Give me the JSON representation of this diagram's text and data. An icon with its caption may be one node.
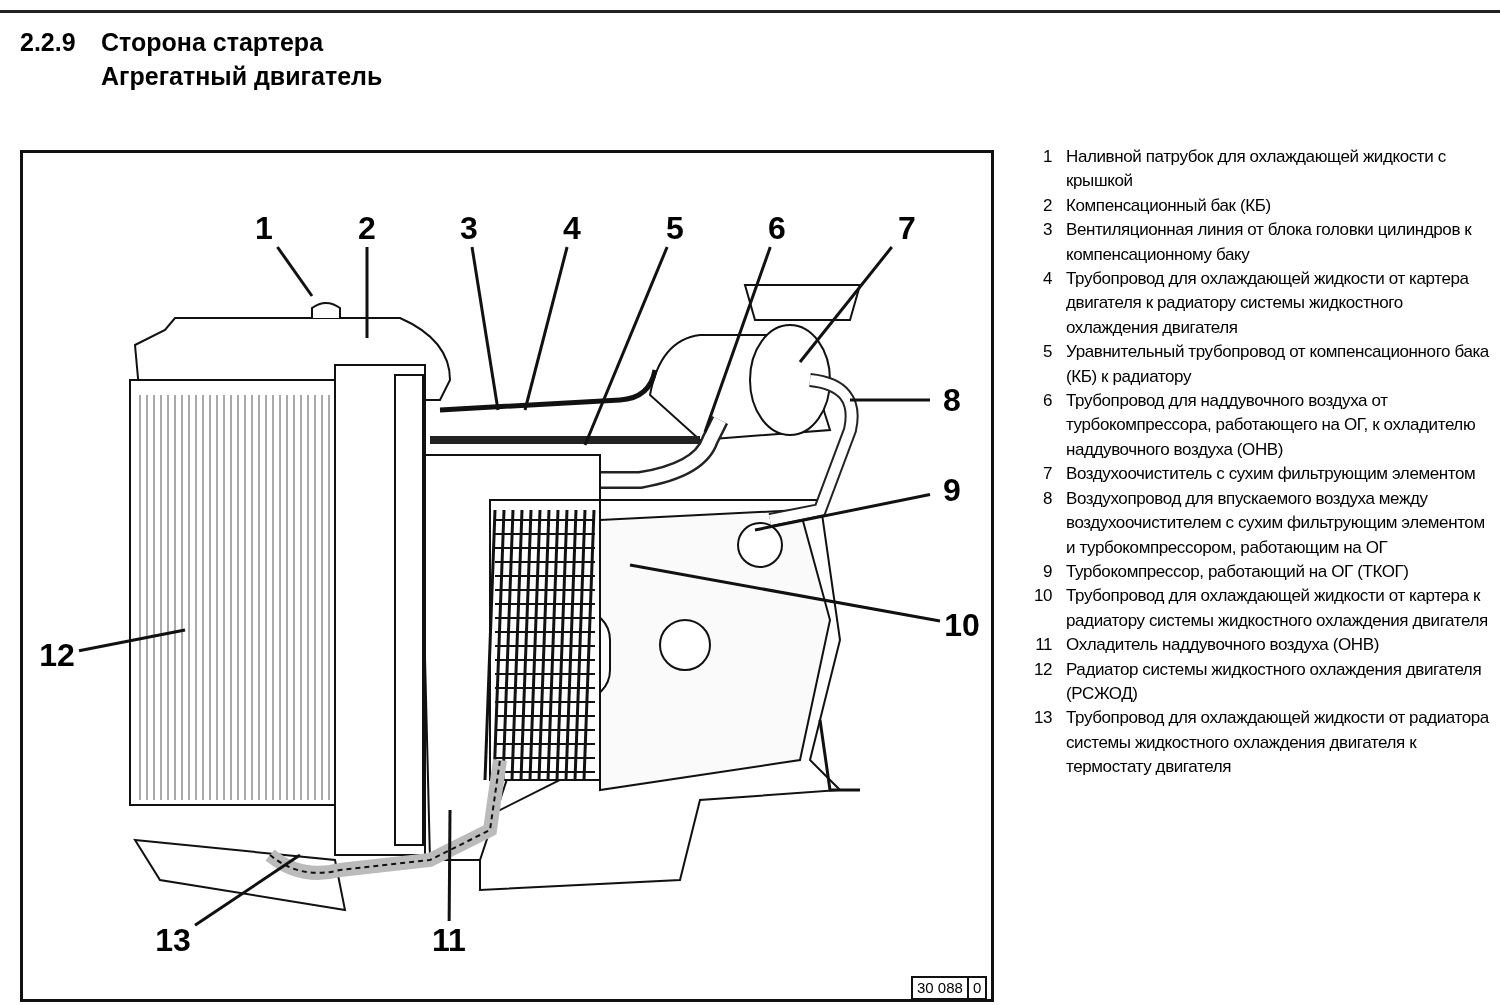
{
  "diagram": {
    "title": "Сторона стартера",
    "nodes": [
      {
        "text": [
          "1"
        ]
      },
      {
        "text": [
          "2"
        ]
      },
      {
        "text": [
          "3"
        ]
      },
      {
        "text": [
          "4"
        ]
      },
      {
        "text": [
          "5"
        ]
      },
      {
        "text": [
          "6"
        ]
      },
      {
        "text": [
          "7"
        ]
      },
      {
        "text": [
          "8"
        ]
      },
      {
        "text": [
          "9"
        ]
      },
      {
        "text": [
          "10"
        ]
      },
      {
        "text": [
          "11"
        ]
      },
      {
        "text": [
          "12"
        ]
      },
      {
        "text": [
          "13"
        ]
      }
    ],
    "edges": [
      {
        "from": 0,
        "to": null,
        "arrow": "none"
      },
      {
        "from": 1,
        "to": null,
        "arrow": "none"
      },
      {
        "from": 2,
        "to": null,
        "arrow": "none"
      },
      {
        "from": 3,
        "to": null,
        "arrow": "none"
      },
      {
        "from": 4,
        "to": null,
        "arrow": "none"
      },
      {
        "from": 5,
        "to": null,
        "arrow": "none"
      },
      {
        "from": 6,
        "to": null,
        "arrow": "none"
      },
      {
        "from": 7,
        "to": null,
        "arrow": "none"
      },
      {
        "from": 8,
        "to": null,
        "arrow": "none"
      },
      {
        "from": 9,
        "to": null,
        "arrow": "none"
      },
      {
        "from": 10,
        "to": null,
        "arrow": "none"
      },
      {
        "from": 11,
        "to": null,
        "arrow": "none"
      },
      {
        "from": 12,
        "to": null,
        "arrow": "none"
      }
    ],
    "labels": [
      "2.2.9",
      "Агрегатный двигатель",
      "1",
      "Наливной патрубок для охлаждающей жидкости с крышкой",
      "2",
      "Компенсационный бак (КБ)",
      "3",
      "Вентиляционная линия от блока головки цилиндров к компенсационному баку",
      "4",
      "Трубопровод для охлаждающей жидкости от картера двигателя к радиатору системы жидкостного охлаждения двигателя",
      "5",
      "Уравнительный трубопровод от компенсационного бака (КБ) к радиатору",
      "6",
      "Трубопровод для наддувочного воздуха от турбокомпрессора, работающего на ОГ, к охладителю наддувочного воздуха (ОНВ)",
      "7",
      "Воздухоочиститель с сухим фильтрующим элементом",
      "8",
      "Воздухопровод для впускаемого воздуха между воздухоочистителем с сухим фильтрующим элементом и турбокомпрессором, работающим на ОГ",
      "9",
      "Турбокомпрессор, работающий на ОГ (ТКОГ)",
      "10",
      "Трубопровод для охлаждающей жидкости от картера к радиатору системы жидкостного охлаждения двигателя",
      "11",
      "Охладитель наддувочного воздуха (ОНВ)",
      "12",
      "Радиатор системы жидкостного охлаждения двигателя (РСЖОД)",
      "13",
      "Трубопровод для охлаждающей жидкости от радиатора системы жидкостного охлаждения двигателя к термостату двигателя",
      "30 088",
      "0"
    ]
  }
}
